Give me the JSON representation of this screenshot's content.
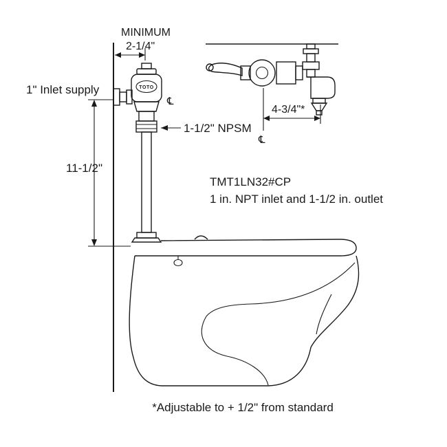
{
  "diagram": {
    "labels": {
      "minimum": "MINIMUM",
      "min_clearance": "2-1/4\"",
      "inlet_supply": "1\" Inlet supply",
      "outlet_spec": "1-1/2\" NPSM",
      "height": "11-1/2\"",
      "detail_width": "4-3/4\"*",
      "model": "TMT1LN32#CP",
      "model_desc": "1 in. NPT inlet and 1-1/2 in. outlet",
      "footnote": "*Adjustable to + 1/2\" from standard",
      "brand": "TOTO",
      "centerline": "℄"
    },
    "colors": {
      "line": "#1a1a1a",
      "background": "#ffffff"
    }
  }
}
